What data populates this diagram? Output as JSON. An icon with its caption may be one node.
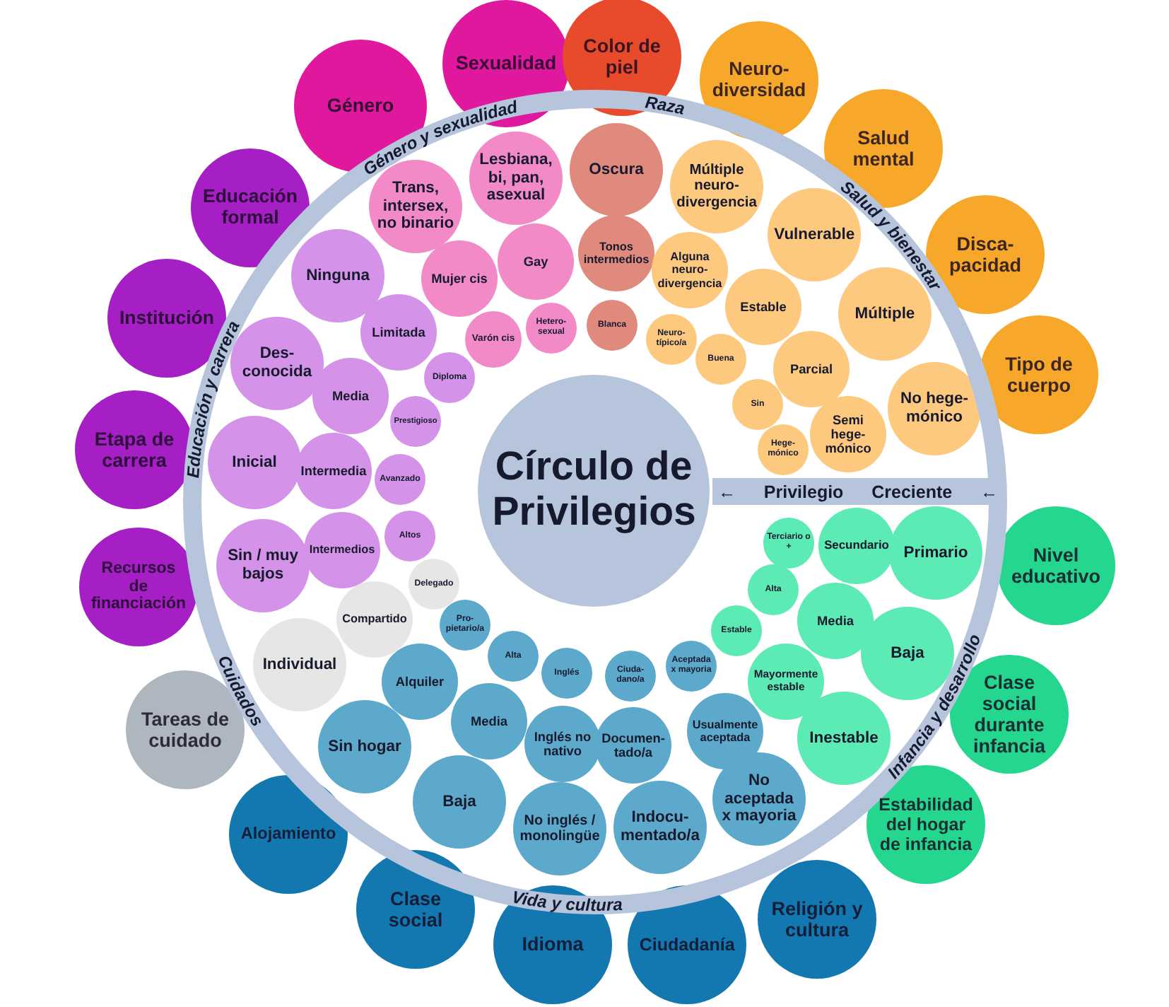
{
  "diagram": {
    "nodes": [
      {
        "text": [
          "Género"
        ]
      },
      {
        "text": [
          "Sexualidad"
        ]
      },
      {
        "text": [
          "Color de piel"
        ]
      },
      {
        "text": [
          "Neuro-diversidad"
        ]
      },
      {
        "text": [
          "Salud mental"
        ]
      },
      {
        "text": [
          "Disca-pacidad"
        ]
      },
      {
        "text": [
          "Tipo de cuerpo"
        ]
      },
      {
        "text": [
          "Nivel educativo"
        ]
      },
      {
        "text": [
          "Clase social durante infancia"
        ]
      },
      {
        "text": [
          "Estabilidad del hogar de infancia"
        ]
      },
      {
        "text": [
          "Religión y cultura"
        ]
      },
      {
        "text": [
          "Ciudadanía"
        ]
      },
      {
        "text": [
          "Idioma"
        ]
      },
      {
        "text": [
          "Clase social"
        ]
      },
      {
        "text": [
          "Alojamiento"
        ]
      },
      {
        "text": [
          "Tareas de cuidado"
        ]
      },
      {
        "text": [
          "Recursos de financiación"
        ]
      },
      {
        "text": [
          "Etapa de carrera"
        ]
      },
      {
        "text": [
          "Institución"
        ]
      },
      {
        "text": [
          "Educación formal"
        ]
      },
      {
        "text": [
          "Trans, intersex, no binario"
        ]
      },
      {
        "text": [
          "Lesbiana, bi, pan, asexual"
        ]
      },
      {
        "text": [
          "Gay"
        ]
      },
      {
        "text": [
          "Mujer cis"
        ]
      },
      {
        "text": [
          "Hetero-sexual"
        ]
      },
      {
        "text": [
          "Varón cis"
        ]
      },
      {
        "text": [
          "Oscura"
        ]
      },
      {
        "text": [
          "Tonos intermedios"
        ]
      },
      {
        "text": [
          "Blanca"
        ]
      },
      {
        "text": [
          "Múltiple neuro-divergencia"
        ]
      },
      {
        "text": [
          "Alguna neuro-divergencia"
        ]
      },
      {
        "text": [
          "Neuro-típico/a"
        ]
      },
      {
        "text": [
          "Vulnerable"
        ]
      },
      {
        "text": [
          "Estable"
        ]
      },
      {
        "text": [
          "Buena"
        ]
      },
      {
        "text": [
          "Múltiple"
        ]
      },
      {
        "text": [
          "Parcial"
        ]
      },
      {
        "text": [
          "Sin"
        ]
      },
      {
        "text": [
          "No hege-mónico"
        ]
      },
      {
        "text": [
          "Semi hege-mónico"
        ]
      },
      {
        "text": [
          "Hege-mónico"
        ]
      },
      {
        "text": [
          "Primario"
        ]
      },
      {
        "text": [
          "Secundario"
        ]
      },
      {
        "text": [
          "Terciario o +"
        ]
      },
      {
        "text": [
          "Baja"
        ]
      },
      {
        "text": [
          "Media"
        ]
      },
      {
        "text": [
          "Alta"
        ]
      },
      {
        "text": [
          "Inestable"
        ]
      },
      {
        "text": [
          "Mayormente estable"
        ]
      },
      {
        "text": [
          "Estable"
        ]
      },
      {
        "text": [
          "No aceptada x mayoria"
        ]
      },
      {
        "text": [
          "Usualmente aceptada"
        ]
      },
      {
        "text": [
          "Aceptada x mayoria"
        ]
      },
      {
        "text": [
          "Indocu-mentado/a"
        ]
      },
      {
        "text": [
          "Documen-tado/a"
        ]
      },
      {
        "text": [
          "Ciuda-dano/a"
        ]
      },
      {
        "text": [
          "No inglés / monolingüe"
        ]
      },
      {
        "text": [
          "Inglés no nativo"
        ]
      },
      {
        "text": [
          "Inglés"
        ]
      },
      {
        "text": [
          "Baja"
        ]
      },
      {
        "text": [
          "Media"
        ]
      },
      {
        "text": [
          "Alta"
        ]
      },
      {
        "text": [
          "Sin hogar"
        ]
      },
      {
        "text": [
          "Alquiler"
        ]
      },
      {
        "text": [
          "Pro-pietario/a"
        ]
      },
      {
        "text": [
          "Individual"
        ]
      },
      {
        "text": [
          "Compartido"
        ]
      },
      {
        "text": [
          "Delegado"
        ]
      },
      {
        "text": [
          "Sin / muy bajos"
        ]
      },
      {
        "text": [
          "Intermedios"
        ]
      },
      {
        "text": [
          "Altos"
        ]
      },
      {
        "text": [
          "Inicial"
        ]
      },
      {
        "text": [
          "Intermedia"
        ]
      },
      {
        "text": [
          "Avanzado"
        ]
      },
      {
        "text": [
          "Des-conocida"
        ]
      },
      {
        "text": [
          "Media"
        ]
      },
      {
        "text": [
          "Prestigioso"
        ]
      },
      {
        "text": [
          "Ninguna"
        ]
      },
      {
        "text": [
          "Limitada"
        ]
      },
      {
        "text": [
          "Diploma"
        ]
      },
      {
        "text": [
          "Círculo de Privilegios"
        ]
      }
    ],
    "labels": [
      "Género y sexualidad",
      "Raza",
      "Salud y bienestar",
      "Educación y carrera",
      "← Privilegio Creciente ←",
      "Infancia y desarrollo",
      "Cuidados",
      "Vida y cultura"
    ]
  }
}
